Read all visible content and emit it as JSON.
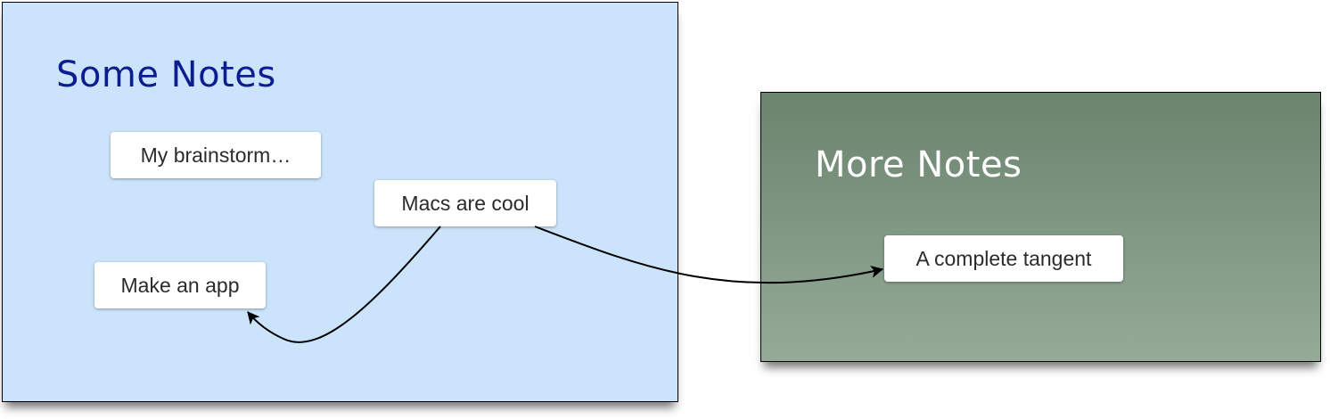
{
  "groups": [
    {
      "title": "Some Notes",
      "color": "#cce4fb",
      "title_color": "#0c1d8f",
      "notes": [
        "My brainstorm…",
        "Macs are cool",
        "Make an app"
      ]
    },
    {
      "title": "More Notes",
      "color_top": "#6b846e",
      "color_bottom": "#95ab98",
      "title_color": "#ffffff",
      "notes": [
        "A complete tangent"
      ]
    }
  ],
  "connections": [
    {
      "from": "Macs are cool",
      "to": "Make an app"
    },
    {
      "from": "Macs are cool",
      "to": "A complete tangent"
    }
  ]
}
